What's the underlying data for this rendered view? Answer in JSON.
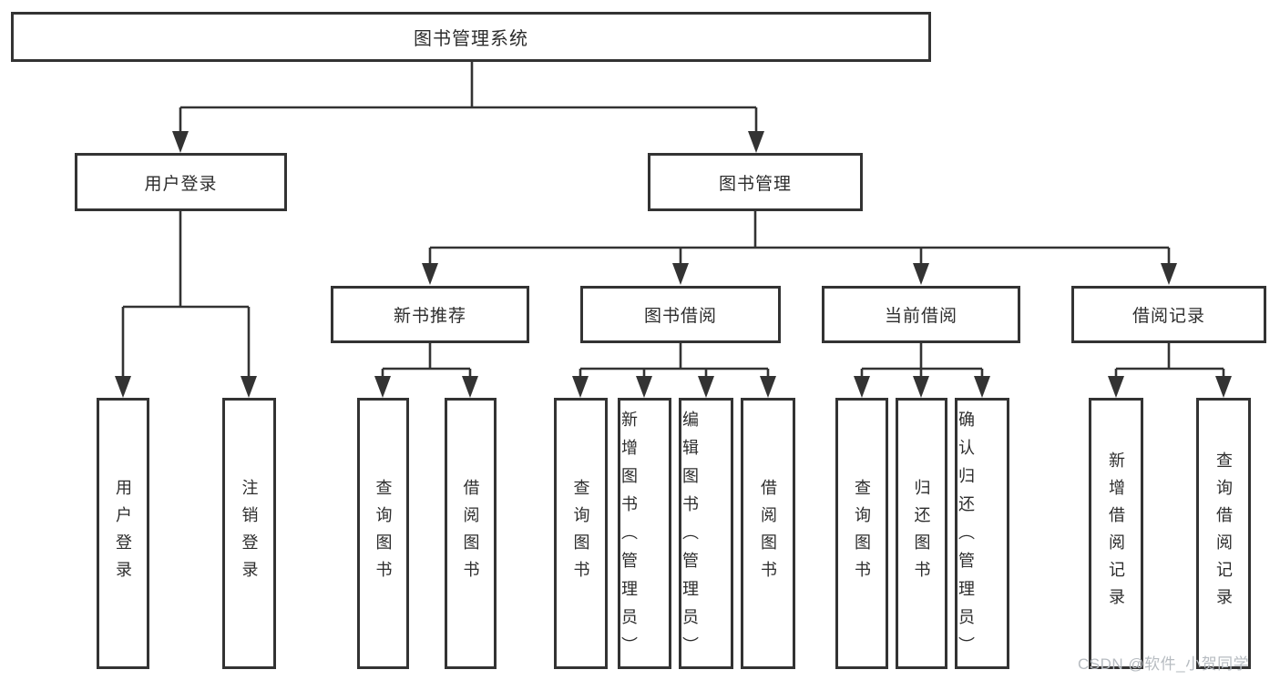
{
  "tree": {
    "root": "图书管理系统",
    "level2": [
      {
        "label": "用户登录"
      },
      {
        "label": "图书管理"
      }
    ],
    "level3": [
      {
        "label": "新书推荐"
      },
      {
        "label": "图书借阅"
      },
      {
        "label": "当前借阅"
      },
      {
        "label": "借阅记录"
      }
    ],
    "leaves": {
      "user_login": [
        "用户登录",
        "注销登录"
      ],
      "new_book_recommend": [
        "查询图书",
        "借阅图书"
      ],
      "book_borrow": [
        "查询图书",
        "新增图书（管理员）",
        "编辑图书（管理员）",
        "借阅图书"
      ],
      "current_borrow": [
        "查询图书",
        "归还图书",
        "确认归还（管理员）"
      ],
      "borrow_records": [
        "新增借阅记录",
        "查询借阅记录"
      ]
    }
  },
  "watermark": "CSDN @软件_小贺同学",
  "colors": {
    "line": "#333333",
    "text": "#2d2d2d",
    "box_background": "#ffffff",
    "watermark": "#b7bcc1"
  }
}
